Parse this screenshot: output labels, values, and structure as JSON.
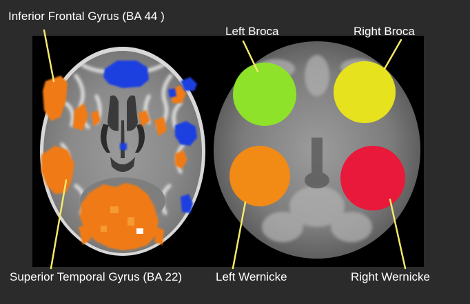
{
  "labels": {
    "inferior_frontal_gyrus": "Inferior Frontal Gyrus (BA 44 )",
    "left_broca": "Left Broca",
    "right_broca": "Right Broca",
    "superior_temporal_gyrus": "Superior Temporal Gyrus (BA 22)",
    "left_wernicke": "Left Wernicke",
    "right_wernicke": "Right Wernicke"
  },
  "colors": {
    "background": "#2b2b2b",
    "annotation_line": "#f2e96a",
    "activation_orange": "#f07a18",
    "activation_blue": "#1f3fe0",
    "roi_left_broca": "#8fe22a",
    "roi_right_broca": "#e7e21e",
    "roi_left_wernicke": "#f28a16",
    "roi_right_wernicke": "#e8193a"
  },
  "panels": {
    "left": "axial T1 brain slice with orange and blue activation clusters",
    "right": "axial functional MRI slice with four circular regions of interest"
  }
}
